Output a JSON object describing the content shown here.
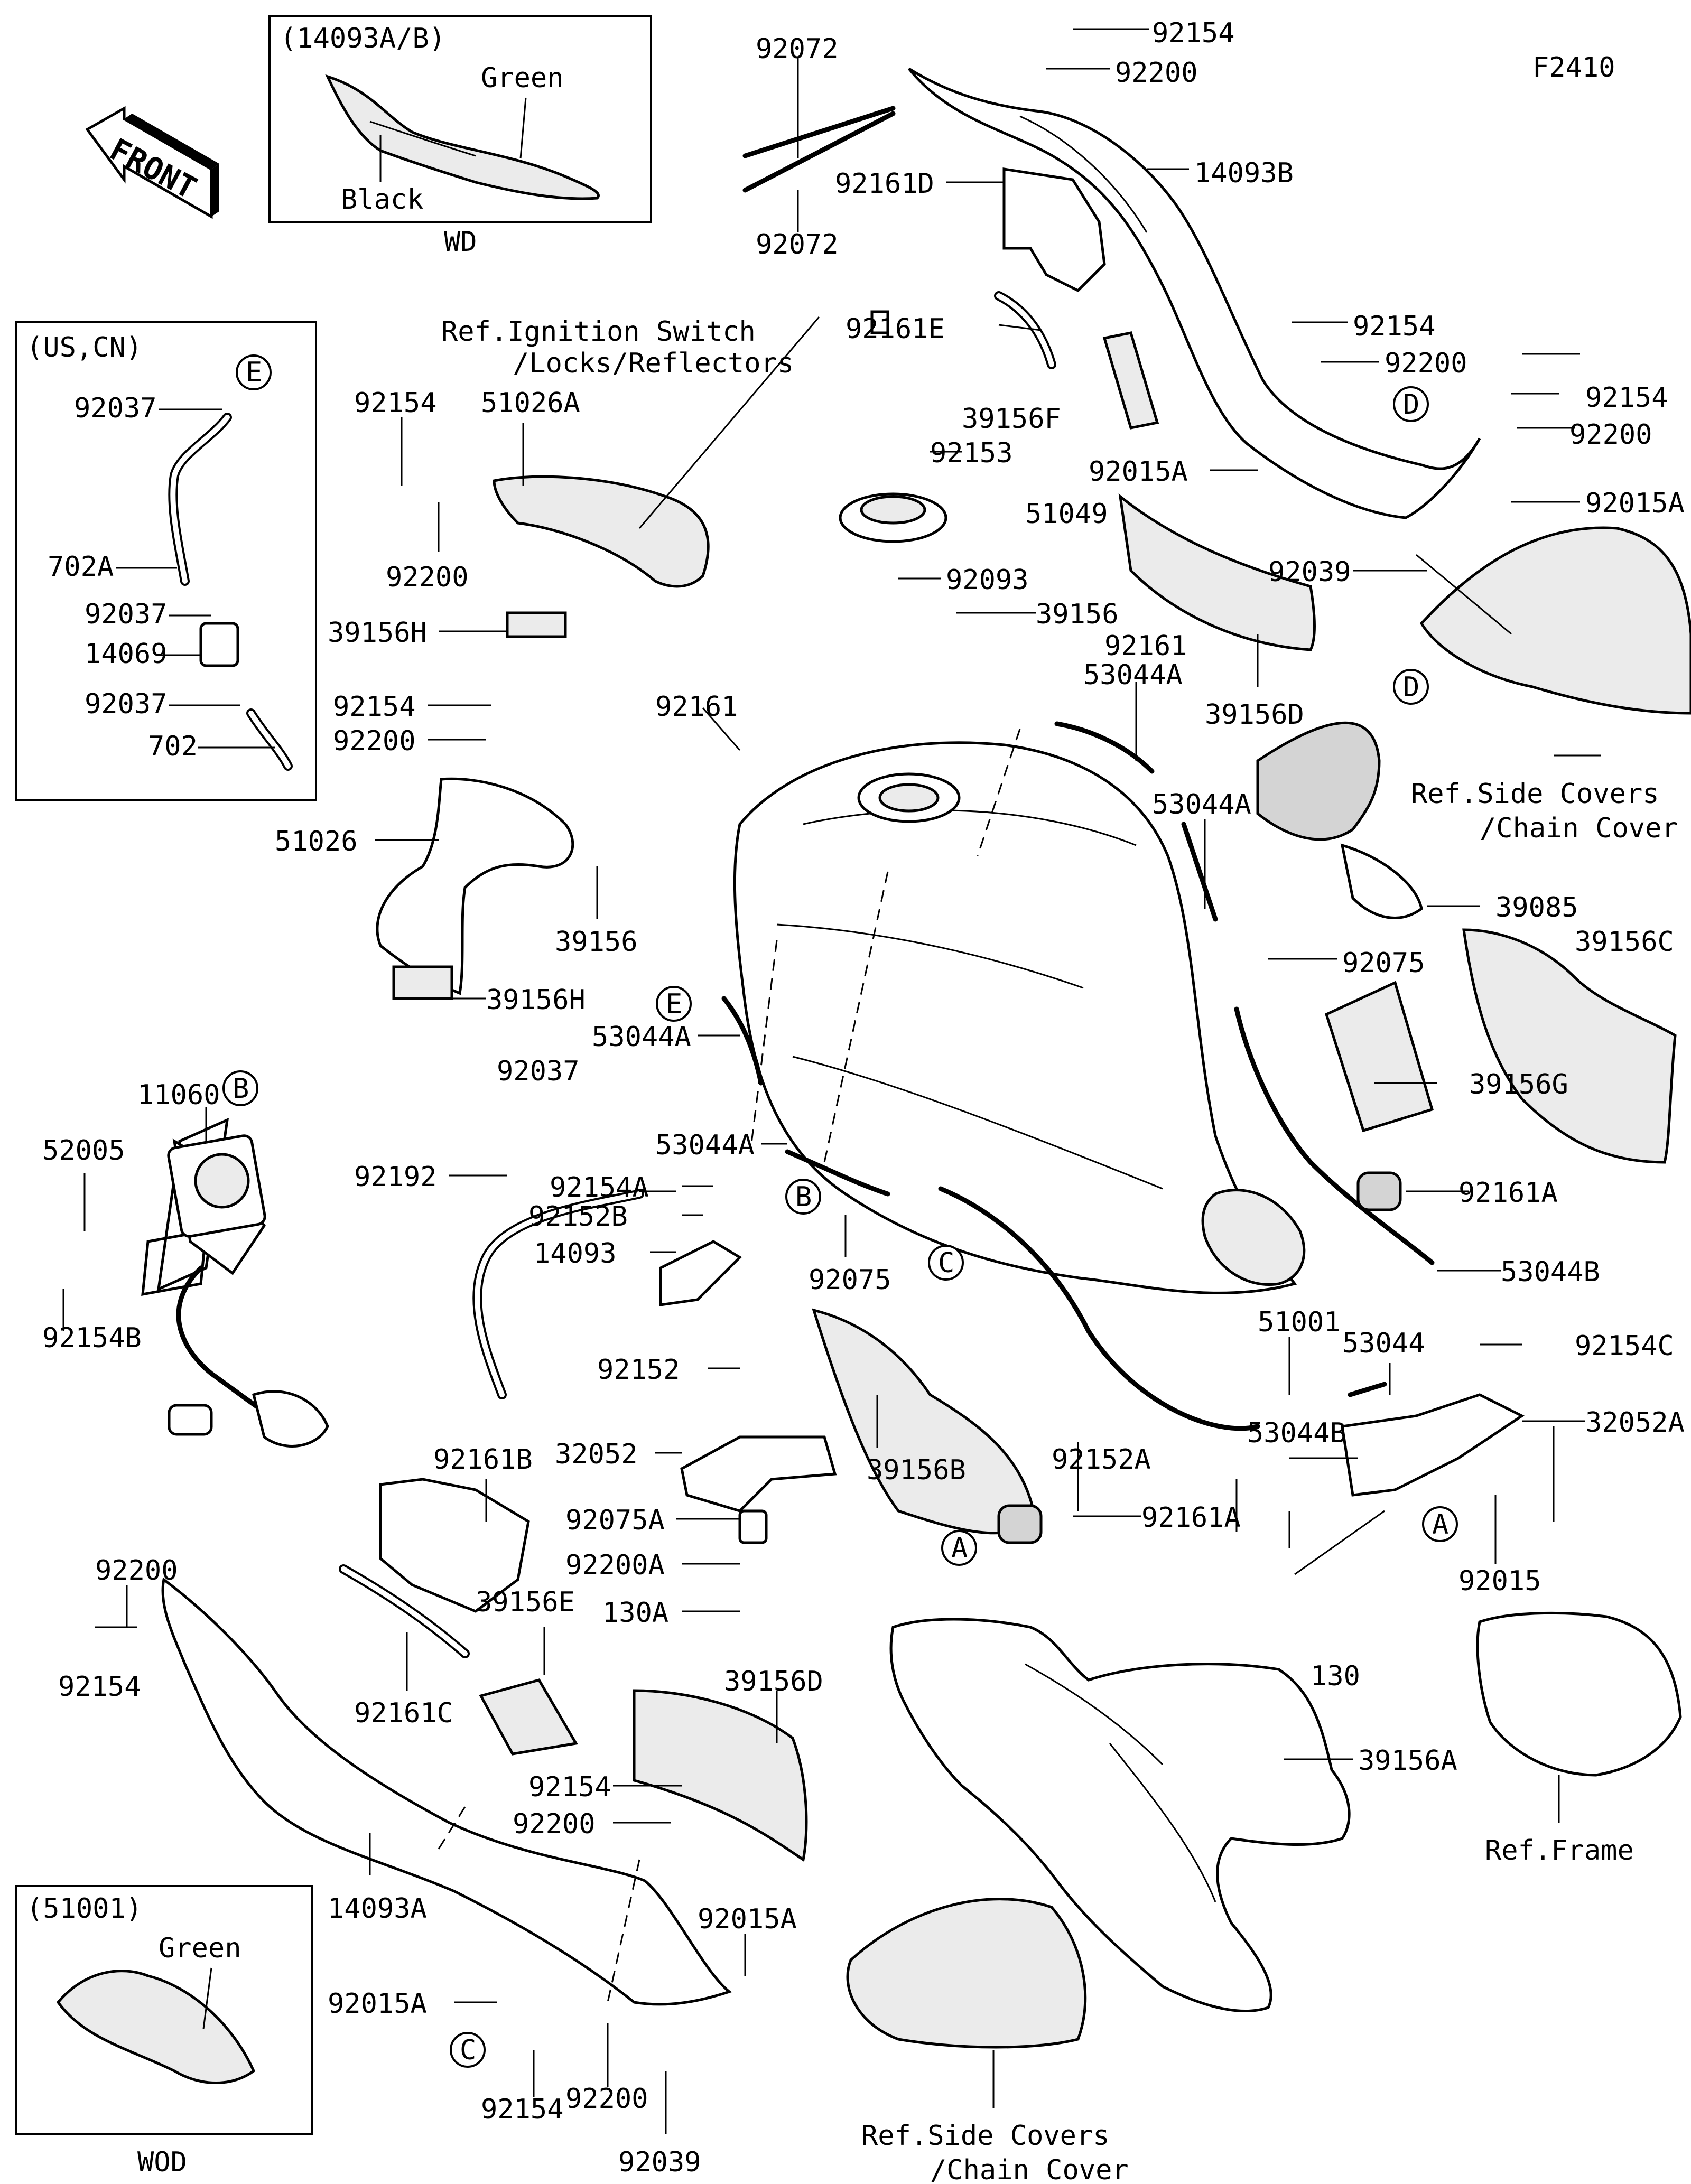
{
  "figure_code": "F2410",
  "front_arrow": "FRONT",
  "ref_notes": {
    "ignition_line1": "Ref.Ignition Switch",
    "ignition_line2": "/Locks/Reflectors",
    "side_covers_top_line1": "Ref.Side Covers",
    "side_covers_top_line2": "/Chain Cover",
    "side_covers_bottom_line1": "Ref.Side Covers",
    "side_covers_bottom_line2": "/Chain Cover",
    "frame": "Ref.Frame"
  },
  "inset_wd": {
    "header": "(14093A/B)",
    "green": "Green",
    "black": "Black",
    "footer": "WD"
  },
  "inset_us": {
    "header": "(US,CN)",
    "labels": [
      "92037",
      "702A",
      "92037",
      "14069",
      "92037",
      "702"
    ],
    "circle": "E"
  },
  "inset_wod": {
    "header": "(51001)",
    "green": "Green",
    "footer": "WOD"
  },
  "part_labels": [
    "92154",
    "92200",
    "14093B",
    "92072",
    "92072",
    "92161D",
    "92161E",
    "92154",
    "92200",
    "39156F",
    "92154",
    "92200",
    "92015A",
    "92015A",
    "92039",
    "92153",
    "51049",
    "92093",
    "39156",
    "92161",
    "53044A",
    "39156D",
    "53044A",
    "39085",
    "39156C",
    "92075",
    "39156G",
    "92161A",
    "53044B",
    "53044",
    "32052A",
    "92154C",
    "92015",
    "130",
    "92161A",
    "92152A",
    "53044B",
    "51001",
    "39156A",
    "92154",
    "51026A",
    "92200",
    "39156H",
    "92154",
    "92200",
    "92161",
    "51026",
    "39156",
    "39156H",
    "53044A",
    "92037",
    "92192",
    "53044A",
    "92154A",
    "92152B",
    "14093",
    "92075",
    "39156B",
    "92152",
    "32052",
    "92075A",
    "92200A",
    "130A",
    "11060",
    "52005",
    "92154B",
    "92161B",
    "92161C",
    "39156E",
    "39156D",
    "92154",
    "92200",
    "92015A",
    "92015A",
    "14093A",
    "92200",
    "92154",
    "92154",
    "92200",
    "92039"
  ],
  "circle_labels": [
    "D",
    "D",
    "E",
    "B",
    "B",
    "C",
    "A",
    "A",
    "C"
  ]
}
